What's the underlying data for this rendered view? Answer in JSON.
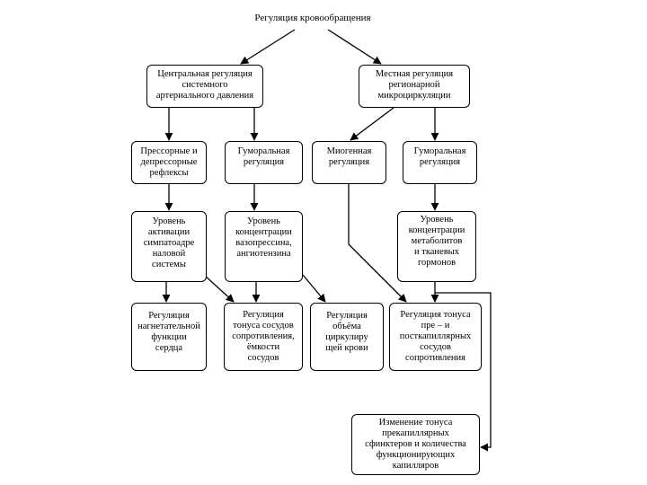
{
  "diagram": {
    "root": "Регуляция кровообращения",
    "central": "Центральная регуляция\nсистемного\nартериального давления",
    "local": "Местная регуляция\nрегионарной\nмикроциркуляции",
    "pressor": "Прессорные и\nдепрессорные\nрефлексы",
    "humoral_1": "Гуморальная\nрегуляция",
    "myogenic": "Миогенная\nрегуляция",
    "humoral_2": "Гуморальная\nрегуляция",
    "sympathoadrenal": "Уровень\nактивации\nсимпатоадре\nналовой\nсистемы",
    "vasopressin": "Уровень\nконцентрации\nвазопрессина,\nангиотензина",
    "metabolites": "Уровень\nконцентрации\nметаболитов\nи тканевых\nгормонов",
    "pump": "Регуляция\nнагнетательной\nфункции\nсердца",
    "vessel_tone": "Регуляция\nтонуса сосудов\nсопротивления,\nёмкости\nсосудов",
    "blood_volume": "Регуляция\nобъёма\nциркулиру\nщей крови",
    "pre_post": "Регуляция тонуса\nпре – и\nпосткапиллярных\nсосудов\nсопротивления",
    "capillaries": "Изменение тонуса\nпрекапиллярных\nсфинктеров и количества\nфункционирующих\nкапилляров"
  }
}
